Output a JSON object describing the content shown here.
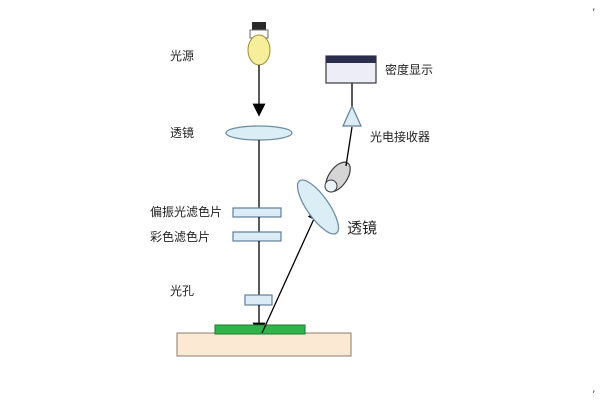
{
  "labels": {
    "light_source": "光源",
    "lens_top": "透镜",
    "polarizer": "偏振光滤色片",
    "color_filter": "彩色滤色片",
    "aperture": "光孔",
    "density_display": "密度显示",
    "photo_receiver": "光电接收器",
    "lens_right": "透镜"
  },
  "colors": {
    "lens_fill": "#dbeef5",
    "lens_stroke": "#6e8fa6",
    "filter_fill": "#dcecf6",
    "sample_fill": "#2fb34a",
    "base_fill": "#fbe9d4",
    "display_fill": "#ecedf6",
    "bulb_fill": "#f6ee9a",
    "line": "#000000"
  }
}
